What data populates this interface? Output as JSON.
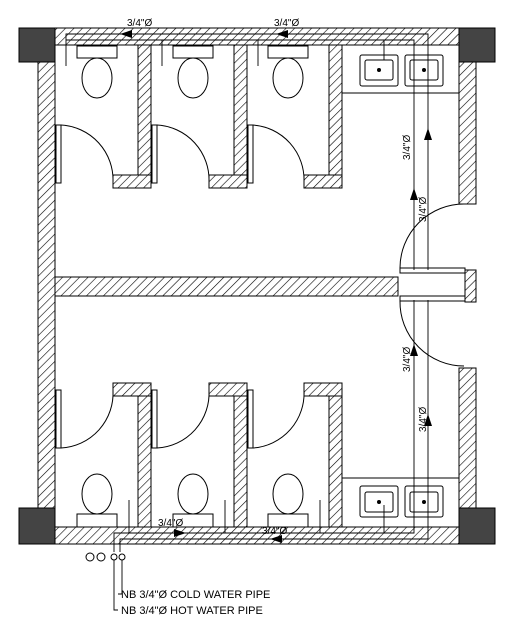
{
  "pipe_labels": {
    "top_left": "3/4\"Ø",
    "top_mid": "3/4\"Ø",
    "bottom_left": "3/4\"Ø",
    "bottom_mid": "3/4\"Ø",
    "right_1": "3/4\"Ø",
    "right_2": "3/4\"Ø",
    "right_3": "3/4\"Ø",
    "right_4": "3/4\"Ø"
  },
  "legend": {
    "cold": "NB 3/4\"Ø COLD WATER PIPE",
    "hot": "NB 3/4\"Ø HOT WATER PIPE"
  }
}
